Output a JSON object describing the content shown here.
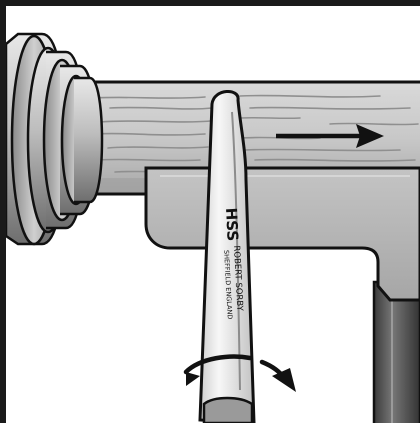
{
  "illustration": {
    "tool_text": {
      "line1": "HSS",
      "line2": "ROBERT SORBY",
      "line3": "SHEFFIELD ENGLAND"
    },
    "colors": {
      "outline": "#111111",
      "frame": "#1a1a1a",
      "chuck_light": "#e4e4e4",
      "chuck_mid": "#b5b5b5",
      "chuck_dark": "#7a7a7a",
      "wood": "#c9c9c9",
      "tool_rest": "#b7b7b7",
      "post": "#4e4e4e",
      "tool_blade": "#eeeeee",
      "arrow": "#111111"
    },
    "icons": [
      "direction-arrow-icon",
      "rotation-arrow-icon"
    ]
  }
}
